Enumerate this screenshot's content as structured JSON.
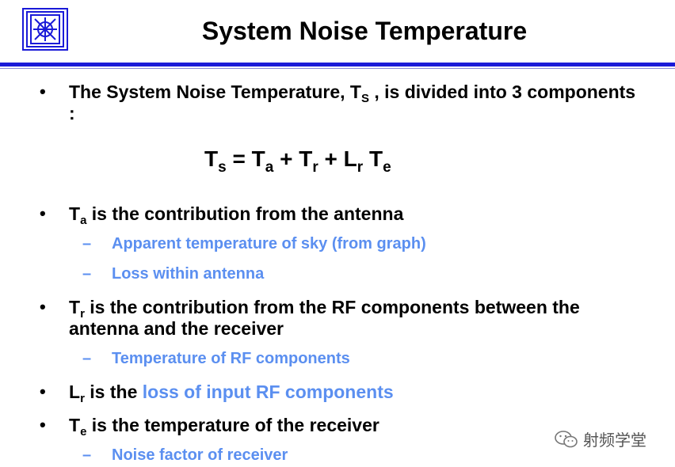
{
  "title": "System Noise Temperature",
  "intro": {
    "prefix": "The System Noise Temperature, T",
    "sub": "S",
    "suffix": " , is divided into 3 components :"
  },
  "formula": {
    "t1": "T",
    "s1": "s",
    "eq": " = ",
    "t2": "T",
    "s2": "a",
    "p1": " + ",
    "t3": "T",
    "s3": "r",
    "p2": " + ",
    "t4": "L",
    "s4": "r",
    "sp": " ",
    "t5": "T",
    "s5": "e"
  },
  "items": [
    {
      "sym": "T",
      "sub": "a",
      "text": " is the contribution from the antenna",
      "subitems": [
        "Apparent temperature of sky (from graph)",
        "Loss within antenna"
      ]
    },
    {
      "sym": "T",
      "sub": "r",
      "text": " is the contribution from the RF components between the antenna and the receiver",
      "subitems": [
        "Temperature of RF components"
      ]
    },
    {
      "sym": "L",
      "sub": "r",
      "text": " is the ",
      "text_blue": "loss of input RF components"
    },
    {
      "sym": "T",
      "sub": "e",
      "text": " is the temperature of the receiver",
      "subitems": [
        "Noise factor of receiver"
      ]
    }
  ],
  "bullet_char": "•",
  "dash_char": "–",
  "watermark": {
    "icon": "wechat-icon",
    "text": "射频学堂"
  },
  "colors": {
    "rule": "#1a1ad8",
    "accent": "#5b8ff0"
  }
}
